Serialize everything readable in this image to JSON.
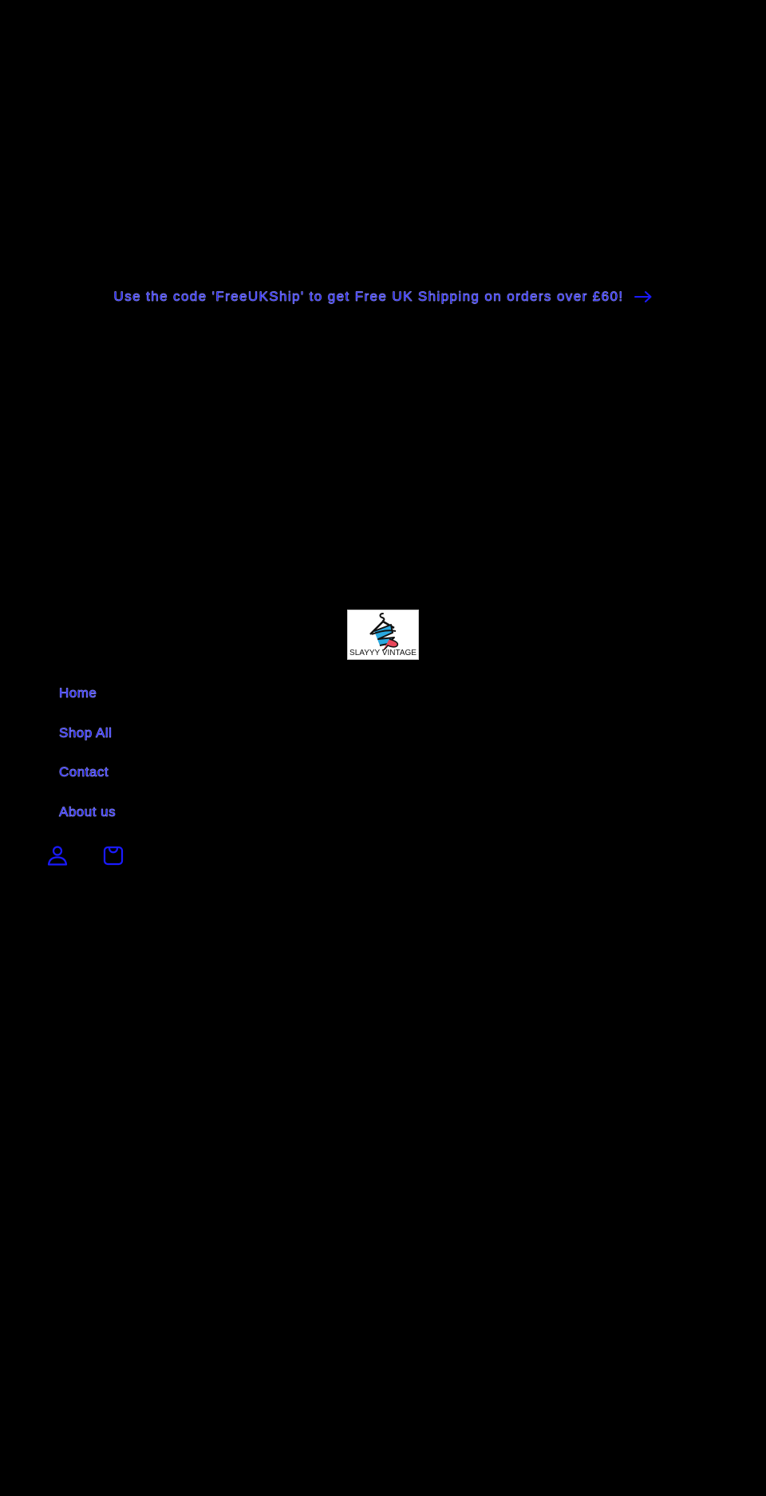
{
  "announcement": {
    "text": "Use the code 'FreeUKShip' to get Free UK Shipping on orders over £60!",
    "icon": "arrow-right-icon"
  },
  "logo": {
    "caption": "SLAYYY VINTAGE",
    "icon": "hanger-logo-icon"
  },
  "nav": {
    "items": [
      {
        "label": "Home"
      },
      {
        "label": "Shop All"
      },
      {
        "label": "Contact"
      },
      {
        "label": "About us"
      }
    ]
  },
  "header_icons": {
    "account": "account-icon",
    "cart": "cart-icon"
  },
  "colors": {
    "background": "#000000",
    "link": "#1a1aff",
    "logo_blue": "#2aa9e0",
    "logo_red": "#e8475a"
  }
}
